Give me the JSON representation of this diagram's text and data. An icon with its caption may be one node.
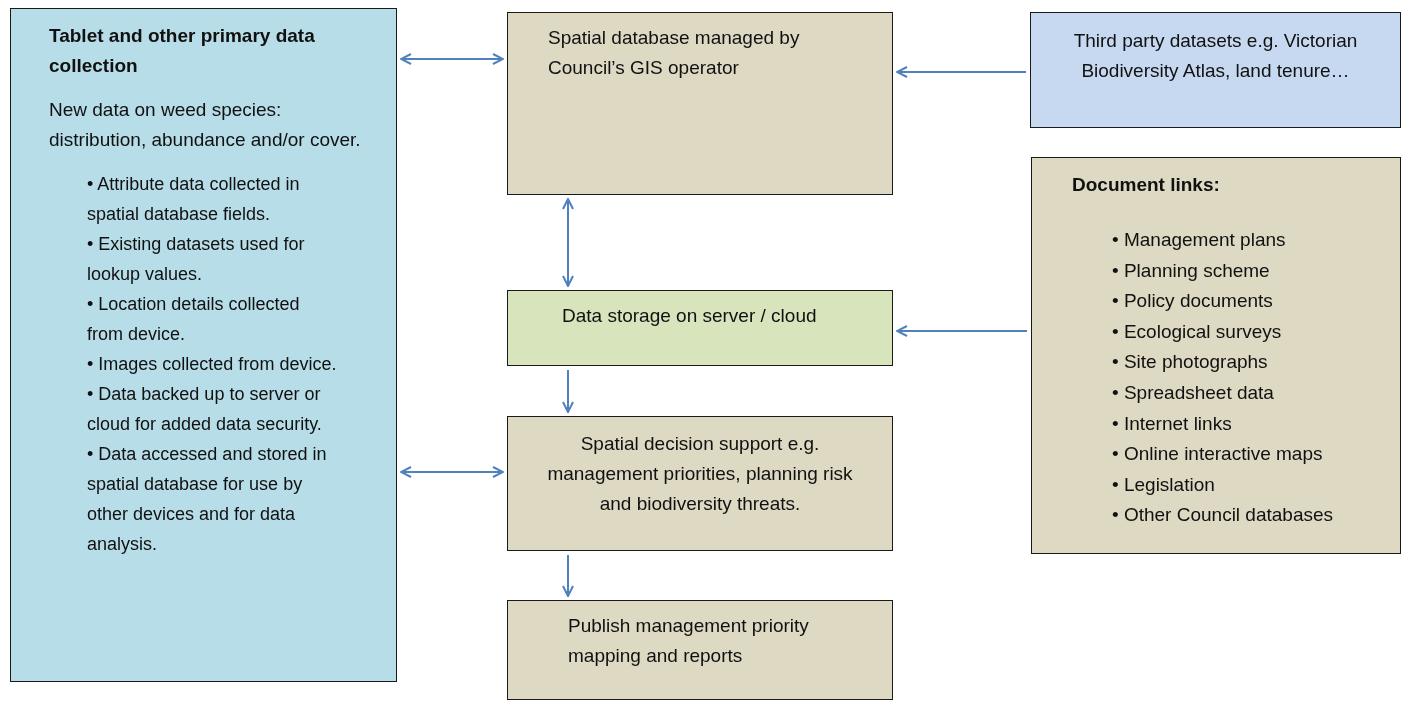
{
  "diagram": {
    "nodes": [
      {
        "text": [
          "Tablet and other primary data collection",
          "New data on weed species: distribution, abundance and/or cover.",
          "• Attribute data collected in spatial database fields.",
          "• Existing datasets used for lookup values.",
          "• Location details collected from device.",
          "• Images collected from device.",
          "• Data backed up to server or cloud for added data security.",
          "• Data accessed and stored in spatial database for use by other devices and for data analysis."
        ]
      },
      {
        "text": [
          "Spatial database managed by Council’s GIS operator"
        ]
      },
      {
        "text": [
          "Third party datasets e.g. Victorian Biodiversity Atlas, land tenure…"
        ]
      },
      {
        "text": [
          "Document links:",
          "• Management plans",
          "• Planning scheme",
          "• Policy documents",
          "• Ecological surveys",
          "• Site photographs",
          "• Spreadsheet data",
          "• Internet links",
          "• Online interactive maps",
          "• Legislation",
          "• Other Council databases"
        ]
      },
      {
        "text": [
          "Data storage on server / cloud"
        ]
      },
      {
        "text": [
          "Spatial decision support e.g. management priorities, planning risk and biodiversity threats."
        ]
      },
      {
        "text": [
          "Publish management priority mapping and reports"
        ]
      }
    ],
    "edges": [
      {
        "from": 0,
        "to": 1,
        "arrow": "both"
      },
      {
        "from": 2,
        "to": 1,
        "arrow": "to"
      },
      {
        "from": 1,
        "to": 4,
        "arrow": "both"
      },
      {
        "from": 3,
        "to": 4,
        "arrow": "to"
      },
      {
        "from": 4,
        "to": 5,
        "arrow": "to"
      },
      {
        "from": 0,
        "to": 5,
        "arrow": "both"
      },
      {
        "from": 5,
        "to": 6,
        "arrow": "to"
      }
    ]
  }
}
